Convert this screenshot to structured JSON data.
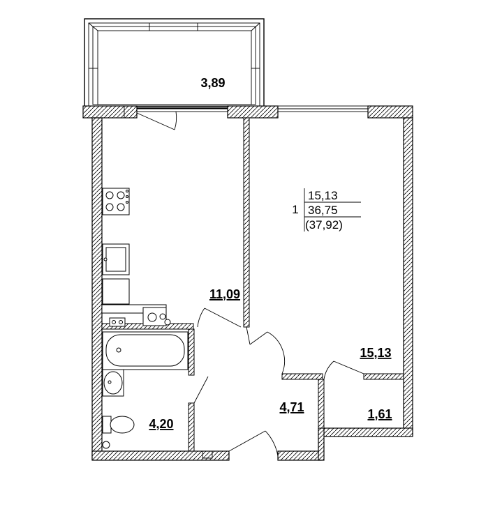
{
  "rooms": {
    "balcony": "3,89",
    "kitchen_living": "11,09",
    "room": "15,13",
    "hall": "4,71",
    "bathroom": "4,20",
    "wardrobe": "1,61"
  },
  "summary": {
    "rooms_count": "1",
    "living_area": "15,13",
    "total_area": "36,75",
    "total_with_balcony": "(37,92)"
  },
  "colors": {
    "line": "#000000",
    "background": "#ffffff"
  }
}
